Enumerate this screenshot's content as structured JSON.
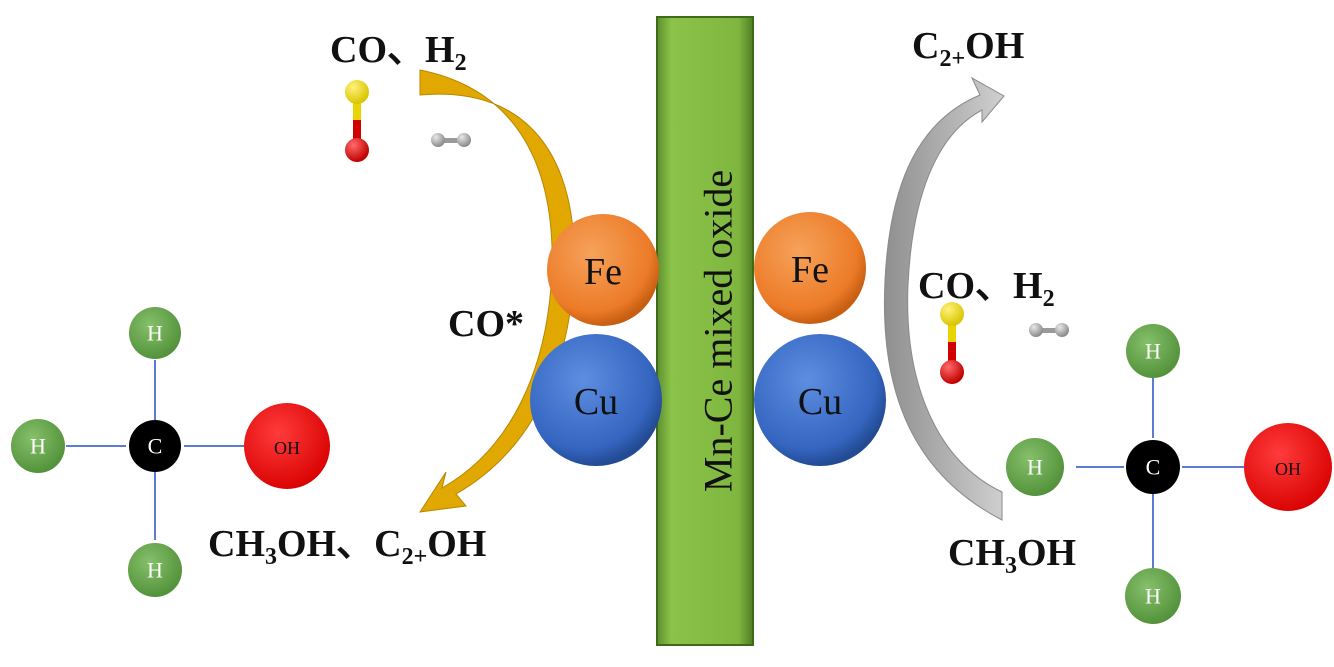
{
  "support": {
    "label": "Mn-Ce mixed oxide"
  },
  "metals": {
    "left": {
      "top": "Fe",
      "bottom": "Cu"
    },
    "right": {
      "top": "Fe",
      "bottom": "Cu"
    }
  },
  "left_side": {
    "reactants": {
      "a": "CO、H",
      "a_sub": "2"
    },
    "intermediate": "CO*",
    "products": {
      "p1": "CH",
      "p1_sub": "3",
      "p2": "OH、C",
      "p2_sub": "2+",
      "p3": "OH"
    }
  },
  "right_side": {
    "product": {
      "a": "C",
      "a_sub": "2+",
      "b": "OH"
    },
    "reactants": {
      "a": "CO、H",
      "a_sub": "2"
    },
    "methanol": {
      "a": "CH",
      "a_sub": "3",
      "b": "OH"
    }
  },
  "methanol_molecule": {
    "carbon": "C",
    "hydrogen": "H",
    "hydroxyl": "OH"
  },
  "colors": {
    "support": "#7cb342",
    "fe": "#ef8a34",
    "cu": "#3f6fc9",
    "h_atom": "#6aa84f",
    "c_atom": "#000000",
    "oh_group": "#ff0000",
    "arrow_left": "#e0a800",
    "arrow_right": "#a6a6a6"
  }
}
